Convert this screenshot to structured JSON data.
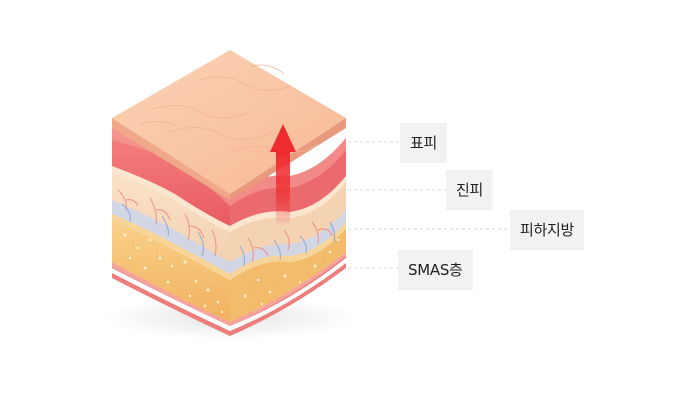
{
  "labels": {
    "epidermis": "표피",
    "dermis": "진피",
    "subcutis": "피하지방",
    "smas": "SMAS층"
  },
  "colors": {
    "top_skin": "#f9c7a8",
    "epidermis_red": "#ee6f72",
    "dermis_cream": "#f7d9bd",
    "fat_orange": "#f6c57a",
    "smas_pink": "#f0908a",
    "arrow_red": "#ee2b2f",
    "label_bg": "#f2f2f2",
    "leader_line": "#d6d6d6"
  }
}
